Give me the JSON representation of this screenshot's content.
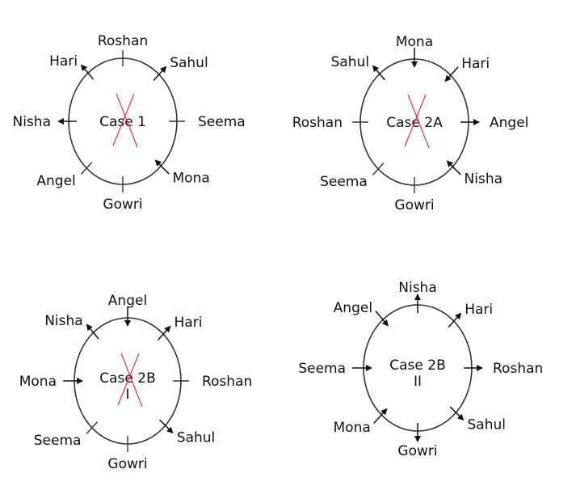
{
  "diagrams": [
    {
      "case_label": [
        "Case 1"
      ],
      "crossed_out": true,
      "seats": [
        {
          "name": "Roshan",
          "position": "N",
          "marker": "tick"
        },
        {
          "name": "Sahul",
          "position": "NE",
          "marker": "arrow-out"
        },
        {
          "name": "Seema",
          "position": "E",
          "marker": "tick"
        },
        {
          "name": "Mona",
          "position": "SE",
          "marker": "arrow-in"
        },
        {
          "name": "Gowri",
          "position": "S",
          "marker": "tick"
        },
        {
          "name": "Angel",
          "position": "SW",
          "marker": "tick"
        },
        {
          "name": "Nisha",
          "position": "W",
          "marker": "arrow-out"
        },
        {
          "name": "Hari",
          "position": "NW",
          "marker": "arrow-out"
        }
      ]
    },
    {
      "case_label": [
        "Case 2A"
      ],
      "crossed_out": true,
      "seats": [
        {
          "name": "Mona",
          "position": "N",
          "marker": "arrow-in"
        },
        {
          "name": "Hari",
          "position": "NE",
          "marker": "arrow-in"
        },
        {
          "name": "Angel",
          "position": "E",
          "marker": "arrow-out"
        },
        {
          "name": "Nisha",
          "position": "SE",
          "marker": "arrow-in"
        },
        {
          "name": "Gowri",
          "position": "S",
          "marker": "tick"
        },
        {
          "name": "Seema",
          "position": "SW",
          "marker": "tick"
        },
        {
          "name": "Roshan",
          "position": "W",
          "marker": "tick"
        },
        {
          "name": "Sahul",
          "position": "NW",
          "marker": "arrow-out"
        }
      ]
    },
    {
      "case_label": [
        "Case 2B",
        "I"
      ],
      "crossed_out": true,
      "seats": [
        {
          "name": "Angel",
          "position": "N",
          "marker": "arrow-in"
        },
        {
          "name": "Hari",
          "position": "NE",
          "marker": "arrow-out"
        },
        {
          "name": "Roshan",
          "position": "E",
          "marker": "tick"
        },
        {
          "name": "Sahul",
          "position": "SE",
          "marker": "arrow-out"
        },
        {
          "name": "Gowri",
          "position": "S",
          "marker": "tick"
        },
        {
          "name": "Seema",
          "position": "SW",
          "marker": "tick"
        },
        {
          "name": "Mona",
          "position": "W",
          "marker": "arrow-in"
        },
        {
          "name": "Nisha",
          "position": "NW",
          "marker": "arrow-out"
        }
      ]
    },
    {
      "case_label": [
        "Case 2B",
        "II"
      ],
      "crossed_out": false,
      "seats": [
        {
          "name": "Nisha",
          "position": "N",
          "marker": "arrow-out"
        },
        {
          "name": "Hari",
          "position": "NE",
          "marker": "arrow-out"
        },
        {
          "name": "Roshan",
          "position": "E",
          "marker": "arrow-out"
        },
        {
          "name": "Sahul",
          "position": "SE",
          "marker": "arrow-out"
        },
        {
          "name": "Gowri",
          "position": "S",
          "marker": "arrow-out"
        },
        {
          "name": "Mona",
          "position": "SW",
          "marker": "arrow-in"
        },
        {
          "name": "Seema",
          "position": "W",
          "marker": "arrow-in"
        },
        {
          "name": "Angel",
          "position": "NW",
          "marker": "arrow-in"
        }
      ]
    }
  ],
  "colors": {
    "line": "#333333",
    "cross": "#e8323c",
    "text": "#111111"
  }
}
